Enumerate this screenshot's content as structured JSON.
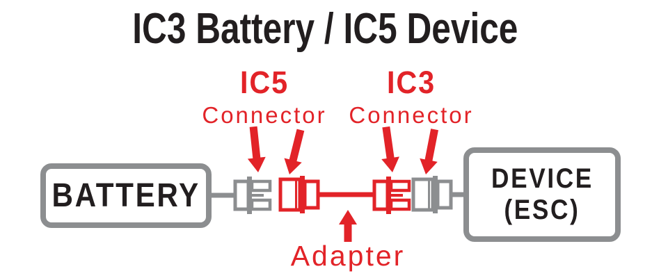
{
  "title": "IC3 Battery / IC5 Device",
  "labels": {
    "ic5": {
      "name": "IC5",
      "sub": "Connector"
    },
    "ic3": {
      "name": "IC3",
      "sub": "Connector"
    },
    "adapter": "Adapter"
  },
  "nodes": {
    "battery": "BATTERY",
    "device": {
      "line1": "DEVICE",
      "line2": "(ESC)"
    }
  },
  "icons": {
    "connector_pointers": "arrow-down-icon",
    "adapter_pointer": "arrow-up-icon"
  },
  "colors": {
    "accent_red": "#e22328",
    "wire_gray": "#8c8e90",
    "text_black": "#221e1f",
    "background": "#ffffff"
  }
}
